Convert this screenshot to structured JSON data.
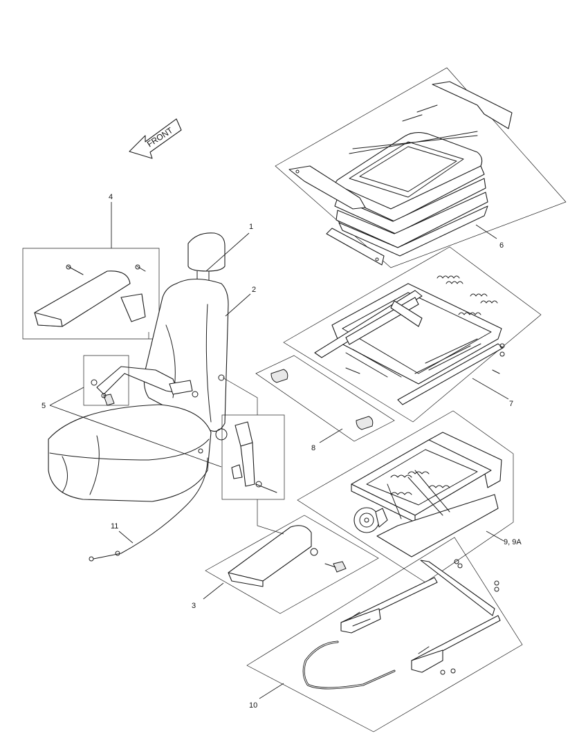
{
  "diagram": {
    "front_label": "FRONT",
    "callouts": {
      "c1": "1",
      "c2": "2",
      "c3": "3",
      "c4": "4",
      "c5": "5",
      "c6": "6",
      "c7": "7",
      "c8": "8",
      "c9": "9, 9A",
      "c10": "10",
      "c11": "11"
    }
  }
}
